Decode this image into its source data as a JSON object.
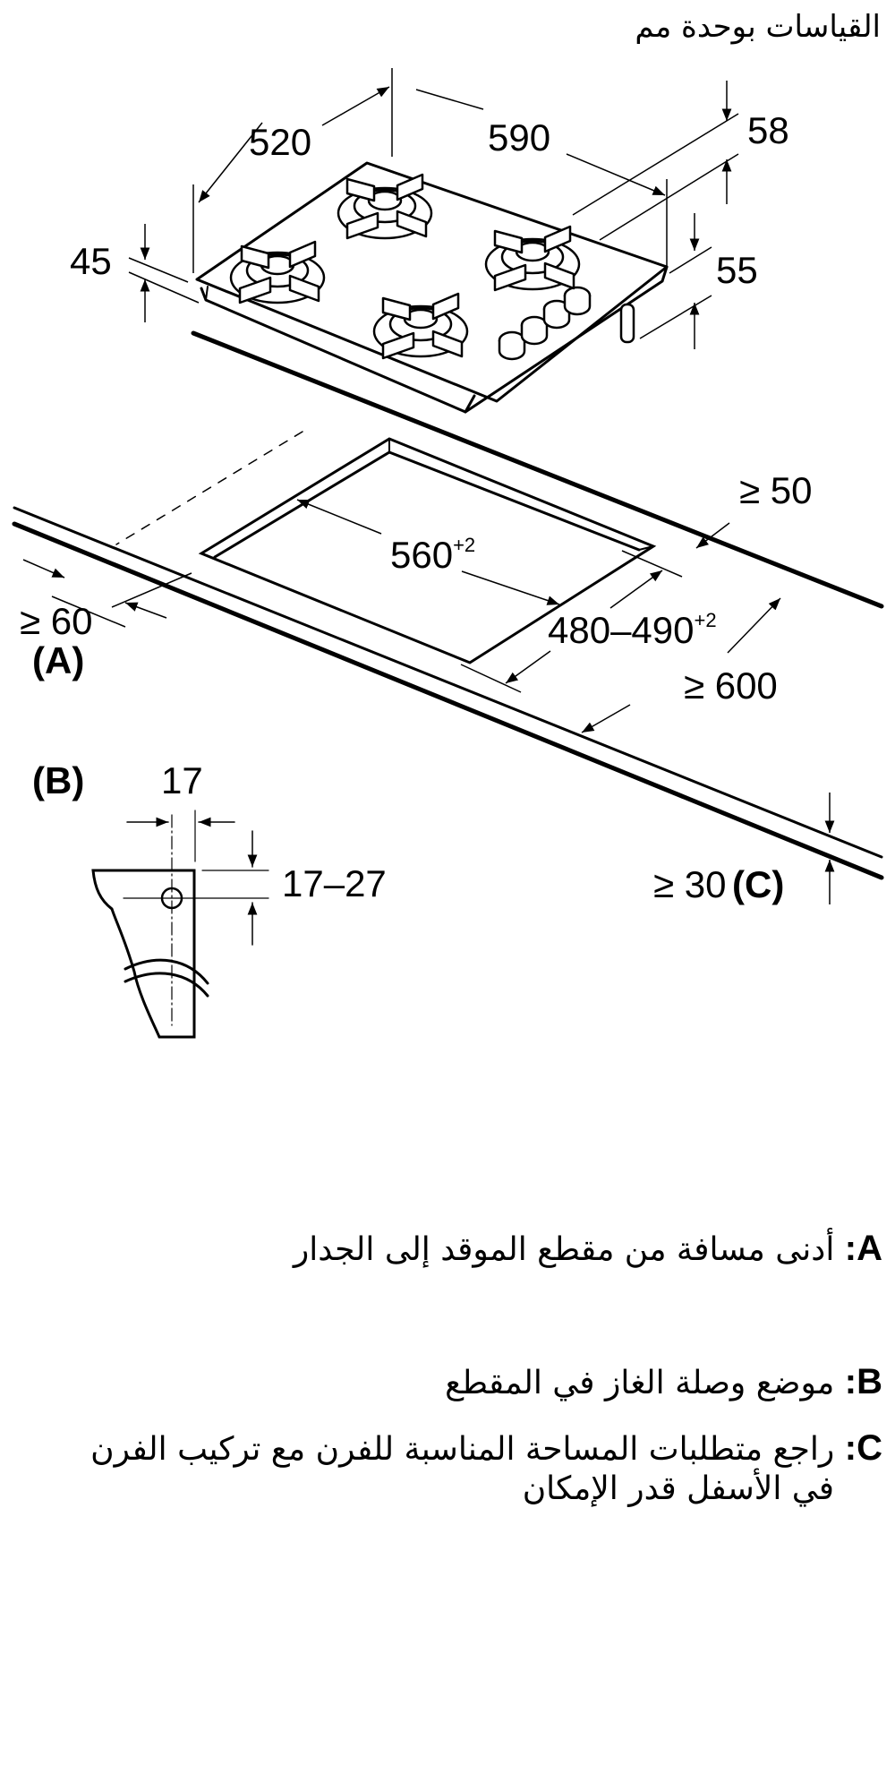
{
  "header": {
    "title": "القياسات بوحدة مم"
  },
  "diagram": {
    "hob_dimensions": {
      "width": "590",
      "depth": "520",
      "height_front": "45",
      "height_back_top": "58",
      "height_back_bottom": "55"
    },
    "cutout": {
      "width": "560",
      "width_tolerance": "+2",
      "depth": "480–490",
      "depth_tolerance": "+2"
    },
    "clearances": {
      "back_wall": "≥ 50",
      "front": "≥ 60",
      "front_label": "(A)",
      "total_depth": "≥ 600",
      "worktop_thickness": "≥ 30",
      "worktop_label": "(C)"
    },
    "gas_detail": {
      "label": "(B)",
      "horizontal": "17",
      "vertical": "17–27"
    }
  },
  "legend": [
    {
      "key": "A:",
      "text": "أدنى مسافة من مقطع الموقد إلى الجدار"
    },
    {
      "key": "B:",
      "text": "موضع وصلة الغاز في المقطع"
    },
    {
      "key": "C:",
      "text": "راجع متطلبات المساحة المناسبة للفرن مع تركيب الفرن",
      "continuation": "في الأسفل قدر الإمكان"
    }
  ]
}
